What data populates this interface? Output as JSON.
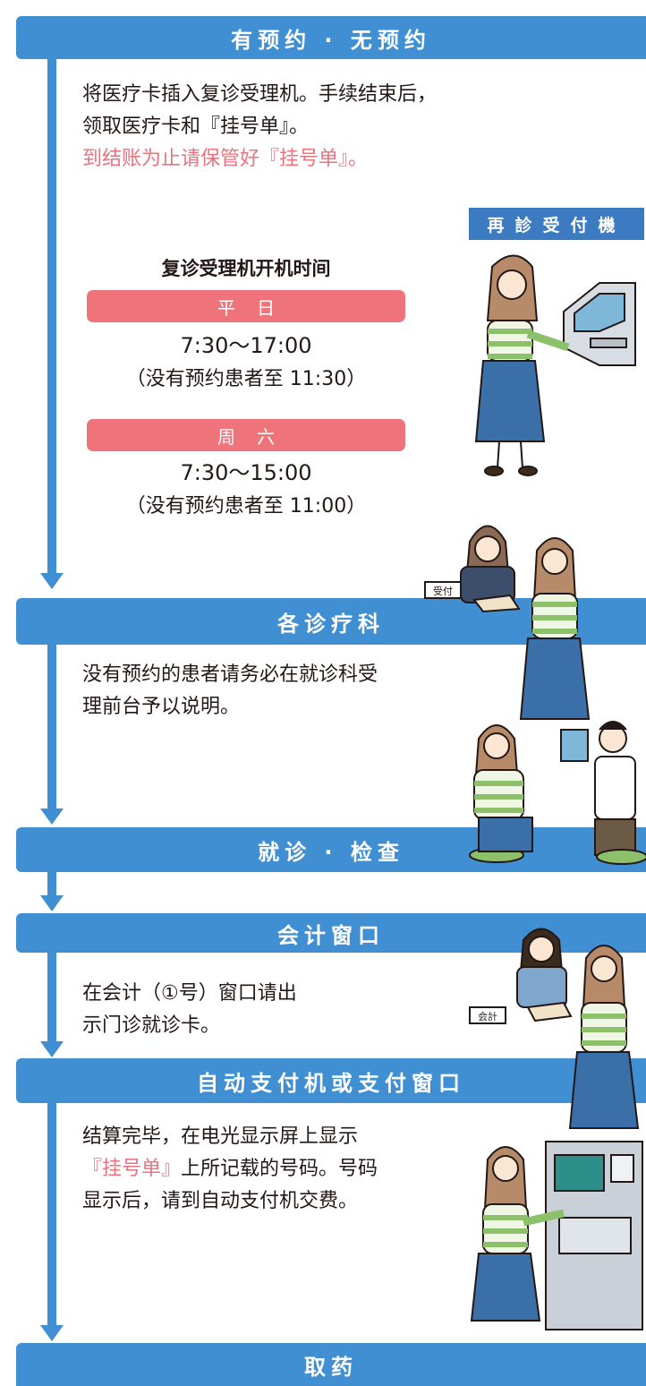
{
  "steps": {
    "reservation": {
      "label": "有预约 · 无预约"
    },
    "department": {
      "label": "各诊疗科"
    },
    "exam": {
      "label": "就诊 · 检查"
    },
    "cashier": {
      "label": "会计窗口"
    },
    "payment": {
      "label": "自动支付机或支付窗口"
    },
    "medicine": {
      "label": "取药"
    }
  },
  "reservation_text": {
    "line1": "将医疗卡插入复诊受理机。手续结束后，",
    "line2": "领取医疗卡和『挂号单』。",
    "line3": "到结账为止请保管好『挂号单』。"
  },
  "machine_sign": "再診受付機",
  "hours": {
    "title": "复诊受理机开机时间",
    "weekday_label": "平日",
    "weekday_time": "7:30～17:00",
    "weekday_note": "（没有预约患者至 11:30）",
    "saturday_label": "周六",
    "saturday_time": "7:30～15:00",
    "saturday_note": "（没有预约患者至 11:00）"
  },
  "desk_signs": {
    "reception": "受付",
    "cashier": "会計"
  },
  "department_text": {
    "line1": "没有预约的患者请务必在就诊科受",
    "line2": "理前台予以说明。"
  },
  "cashier_text": {
    "line1": "在会计（①号）窗口请出",
    "line2": "示门诊就诊卡。"
  },
  "payment_text": {
    "line1": "结算完毕，在电光显示屏上显示",
    "line2a": "『挂号单』",
    "line2b": "上所记载的号码。号码",
    "line3": "显示后，请到自动支付机交费。"
  },
  "colors": {
    "blue": "#3f8fd2",
    "pink": "#ef737b",
    "text": "#231815"
  }
}
